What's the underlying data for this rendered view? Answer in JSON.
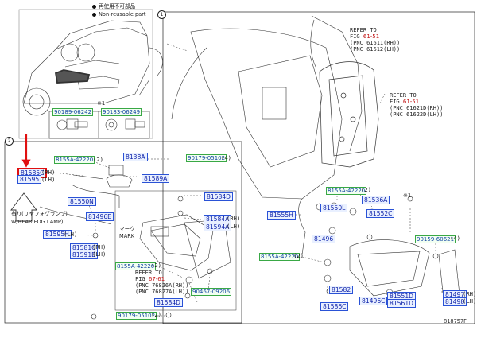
{
  "legend": {
    "non_reusable_jp": "再使用不可部品",
    "non_reusable_en": "Non-reusable part"
  },
  "callouts": {
    "one": "1",
    "two": "2",
    "star_note": "※1"
  },
  "refs": {
    "quarter_lamp": {
      "prefix": "REFER TO",
      "fig_word": "FIG ",
      "fig": "61-51",
      "line1": "(PNC 61611(RH))",
      "line2": "(PNC 61612(LH))"
    },
    "quarter_panel": {
      "prefix": "REFER TO",
      "fig_word": "FIG ",
      "fig": "61-51",
      "line1": "(PNC 61621D(RH))",
      "line2": "(PNC 61622D(LH))"
    },
    "fig_67": {
      "prefix": "REFER TO",
      "fig_word": "FIG ",
      "fig": "67-61",
      "line1": "(PNC 76826A(RH))",
      "line2": "(PNC 76827A(LH))"
    }
  },
  "parts": {
    "p90189": "90189-06242",
    "p90183": "90183-06249",
    "p8155A_top": "8155A-42220",
    "p8155A_top_qty": "(2)",
    "p8138A": "8138A",
    "p90179_top": "90179-05102",
    "p90179_top_qty": "(4)",
    "p81585C": "81585C",
    "p81585C_side": "(RH)",
    "p81595": "81595",
    "p81595_side": "(LH)",
    "p81589A": "81589A",
    "p81584D": "81584D",
    "p81550N": "81550N",
    "p81496E": "81496E",
    "p81584A": "81584A",
    "p81584A_side": "(RH)",
    "p81594A": "81594A",
    "p81594A_side": "(LH)",
    "p81595H": "81595H",
    "p81595H_side": "(LH)",
    "p81581C": "81581C",
    "p81581C_side": "(RH)",
    "p81591B": "81591B",
    "p81591B_side": "(LH)",
    "p8155A_mid": "8155A-42220",
    "p8155A_mid_qty": "(2)",
    "p90467": "90467-09206",
    "p81584D_b": "81584D",
    "p90179_bot": "90179-05102",
    "p90179_bot_qty": "(2)",
    "p8155A_r": "8155A-42220",
    "p8155A_r_qty": "(2)",
    "p81536A": "81536A",
    "p81555H": "81555H",
    "p81550L": "81550L",
    "p81552C": "81552C",
    "p81496": "81496",
    "p90159": "90159-60621",
    "p90159_qty": "(4)",
    "p8155A_low": "8155A-42220",
    "p8155A_low_qty": "(2)",
    "p81582": "81582",
    "p81586C": "81586C",
    "p81496C": "81496C",
    "p81551D": "81551D",
    "p81561D": "81561D",
    "p81497": "81497",
    "p81497_side": "(RH)",
    "p81498": "81498",
    "p81498_side": "(LH)"
  },
  "fog_label_jp": "有り(リヤフォグランプ)",
  "fog_label_en": "W/REAR FOG LAMP)",
  "mark_jp": "マーク",
  "mark_en": "MARK",
  "figure_id": "818757F"
}
